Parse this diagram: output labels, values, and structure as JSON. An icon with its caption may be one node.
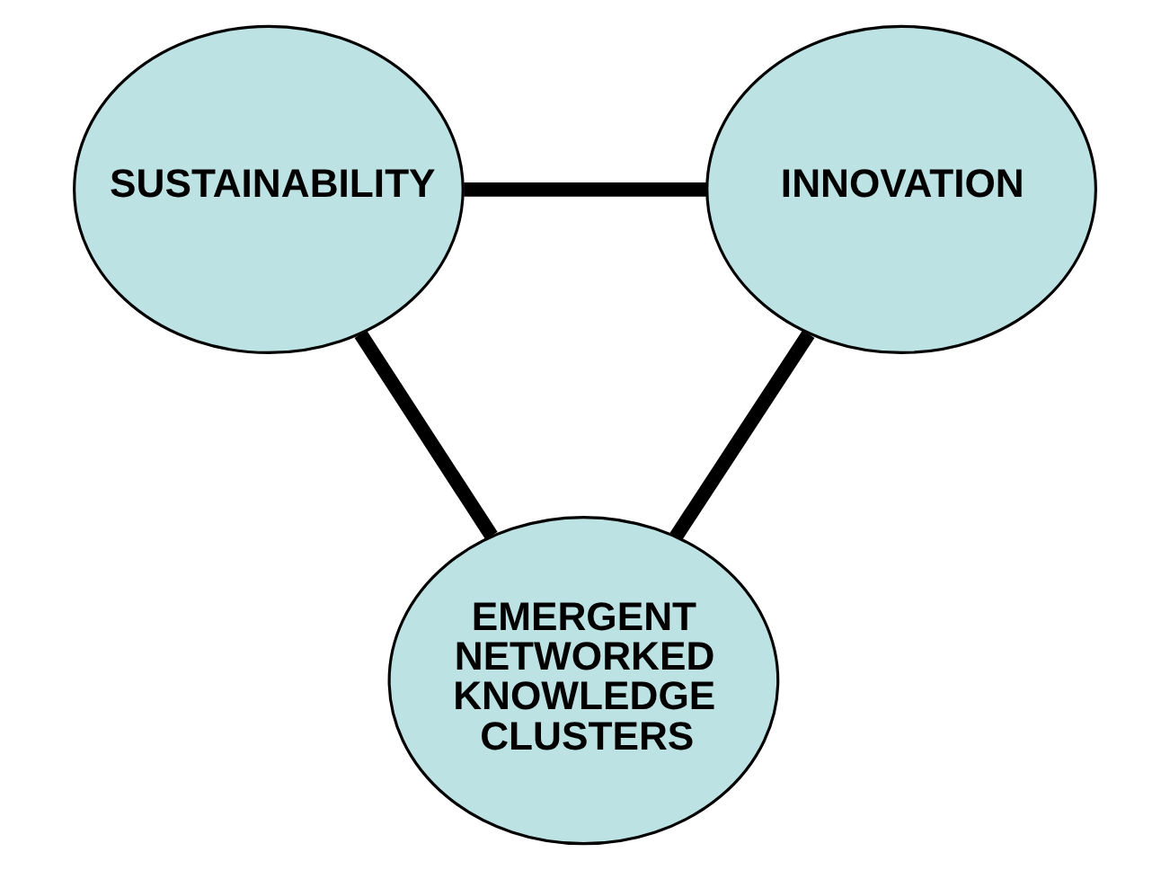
{
  "diagram": {
    "nodes": [
      {
        "text": [
          "SUSTAINABILITY"
        ]
      },
      {
        "text": [
          "INNOVATION"
        ]
      },
      {
        "text": [
          "EMERGENT NETWORKED KNOWLEDGE CLUSTERS"
        ]
      }
    ],
    "edges": [
      {
        "from": 0,
        "to": 1,
        "arrow": "none"
      },
      {
        "from": 0,
        "to": 2,
        "arrow": "none"
      },
      {
        "from": 1,
        "to": 2,
        "arrow": "none"
      }
    ]
  }
}
